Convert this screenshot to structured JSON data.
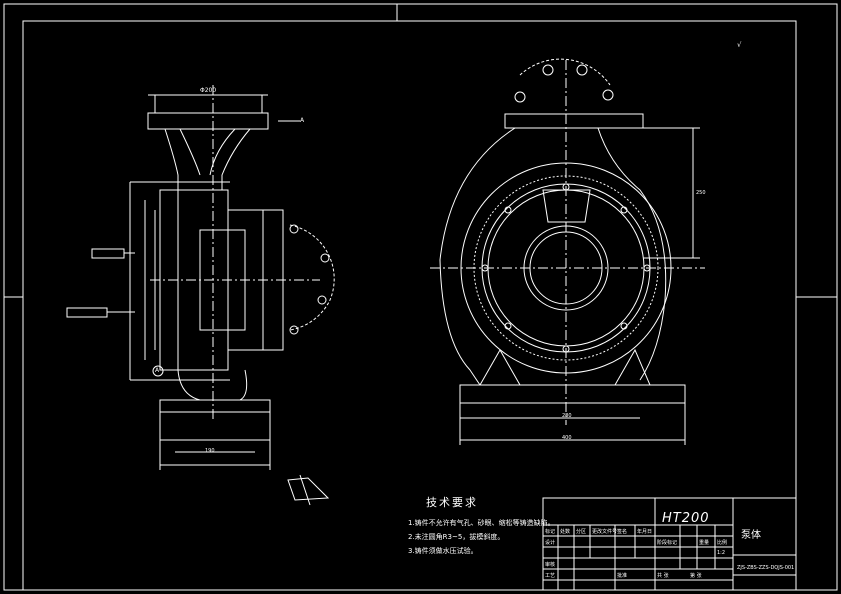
{
  "drawing": {
    "material": "HT200",
    "part_name": "泵体",
    "drawing_number": "ZJS-ZBS-ZZS-DQJS-001",
    "scale": "1:2",
    "roughness_symbol": "√"
  },
  "technical_requirements": {
    "title": "技术要求",
    "items": [
      "1.铸件不允许有气孔、砂眼、缩松等铸造缺陷。",
      "2.未注圆角R3~5，拔模斜度。",
      "3.铸件须做水压试验。"
    ]
  },
  "title_block": {
    "labels": [
      "标记",
      "处数",
      "分区",
      "更改文件号",
      "签名",
      "年月日",
      "设计",
      "审核",
      "工艺",
      "批准",
      "阶段标记",
      "重量",
      "比例",
      "共 张",
      "第 张"
    ]
  },
  "dimension_labels": {
    "top_flange_width": "Φ200",
    "section_arrow": "A",
    "base_width_left": "190",
    "base_width_right": "280",
    "overall_base": "400",
    "height_right": "250",
    "datum": "A"
  }
}
